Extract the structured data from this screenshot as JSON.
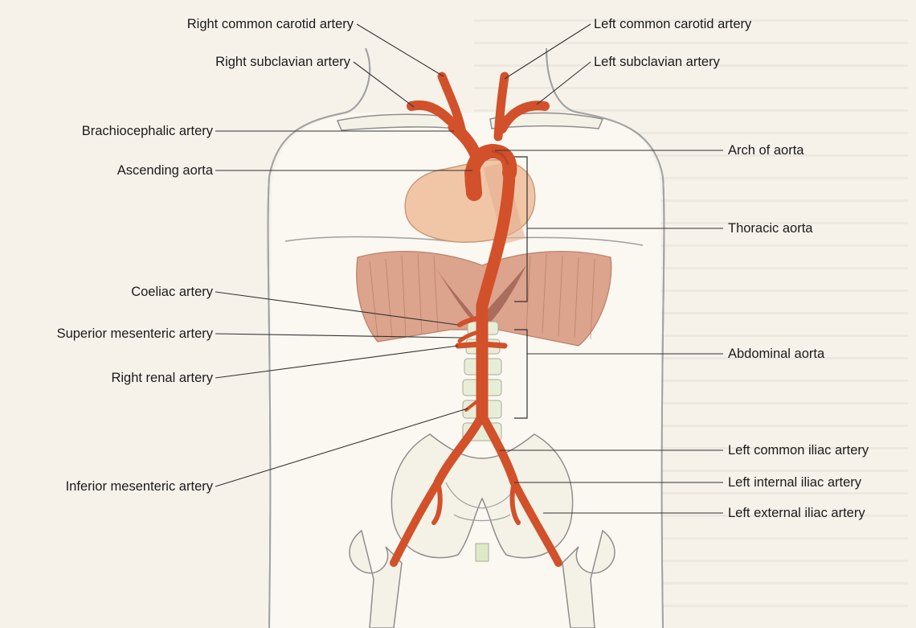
{
  "labels_left": [
    {
      "key": "right-common-carotid-artery",
      "text": "Right common carotid artery"
    },
    {
      "key": "right-subclavian-artery",
      "text": "Right subclavian artery"
    },
    {
      "key": "brachiocephalic-artery",
      "text": "Brachiocephalic artery"
    },
    {
      "key": "ascending-aorta",
      "text": "Ascending aorta"
    },
    {
      "key": "coeliac-artery",
      "text": "Coeliac artery"
    },
    {
      "key": "superior-mesenteric-artery",
      "text": "Superior mesenteric artery"
    },
    {
      "key": "right-renal-artery",
      "text": "Right renal artery"
    },
    {
      "key": "inferior-mesenteric-artery",
      "text": "Inferior mesenteric artery"
    }
  ],
  "labels_right": [
    {
      "key": "left-common-carotid-artery",
      "text": "Left common carotid artery"
    },
    {
      "key": "left-subclavian-artery",
      "text": "Left subclavian artery"
    },
    {
      "key": "arch-of-aorta",
      "text": "Arch of aorta"
    },
    {
      "key": "thoracic-aorta",
      "text": "Thoracic aorta"
    },
    {
      "key": "abdominal-aorta",
      "text": "Abdominal aorta"
    },
    {
      "key": "left-common-iliac-artery",
      "text": "Left common iliac artery"
    },
    {
      "key": "left-internal-iliac-artery",
      "text": "Left internal iliac artery"
    },
    {
      "key": "left-external-iliac-artery",
      "text": "Left external iliac artery"
    }
  ],
  "colors": {
    "artery": "#d2502a",
    "artery_dark": "#a8391b",
    "skin_outline": "#9a9a9a",
    "bone": "#f3f1e4",
    "heart": "#f1c6a6",
    "diaphragm": "#d9a28c",
    "leader_line": "#333333"
  }
}
